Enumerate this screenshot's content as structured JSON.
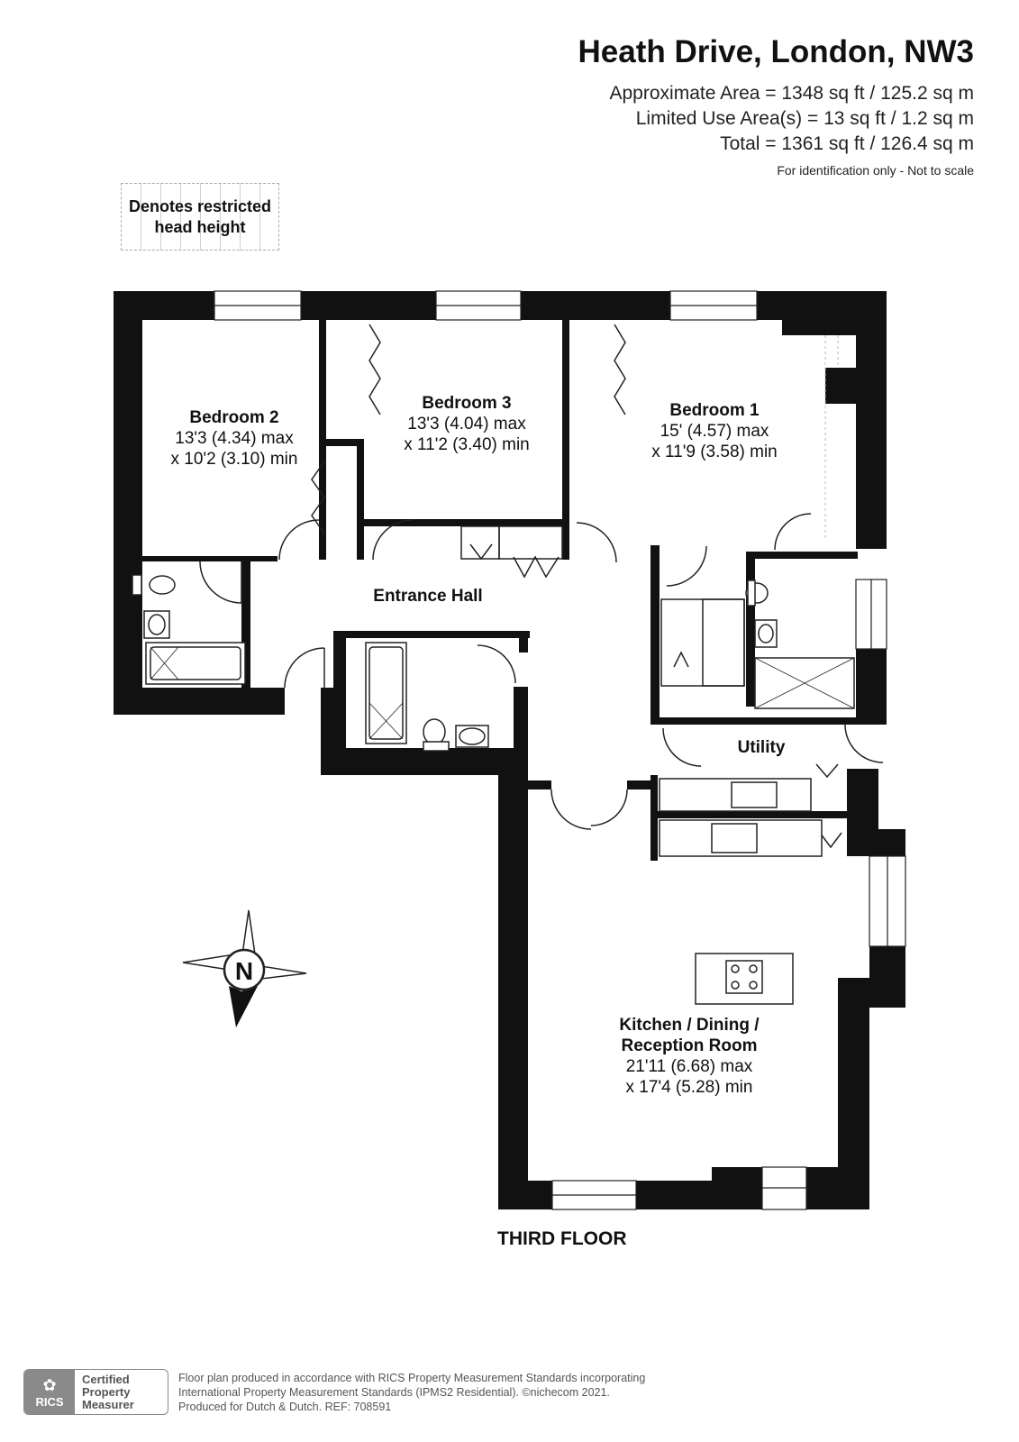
{
  "header": {
    "title": "Heath Drive, London, NW3",
    "approx_area": "Approximate Area = 1348 sq ft / 125.2 sq m",
    "limited_area": "Limited Use Area(s) = 13 sq ft / 1.2 sq m",
    "total_area": "Total = 1361 sq ft / 126.4 sq m",
    "note": "For identification only - Not to scale"
  },
  "legend": {
    "line1": "Denotes restricted",
    "line2": "head height"
  },
  "rooms": {
    "bedroom2": {
      "name": "Bedroom 2",
      "dim1": "13'3 (4.34) max",
      "dim2": "x 10'2 (3.10) min"
    },
    "bedroom3": {
      "name": "Bedroom 3",
      "dim1": "13'3 (4.04) max",
      "dim2": "x 11'2 (3.40) min"
    },
    "bedroom1": {
      "name": "Bedroom 1",
      "dim1": "15' (4.57) max",
      "dim2": "x 11'9 (3.58) min"
    },
    "hall": {
      "name": "Entrance Hall"
    },
    "utility": {
      "name": "Utility"
    },
    "kitchen": {
      "name1": "Kitchen / Dining /",
      "name2": "Reception Room",
      "dim1": "21'11 (6.68) max",
      "dim2": "x 17'4 (5.28) min"
    }
  },
  "compass": {
    "label": "N",
    "icon": "compass-icon"
  },
  "floor_label": "THIRD FLOOR",
  "badge": {
    "org": "RICS",
    "line1": "Certified",
    "line2": "Property",
    "line3": "Measurer"
  },
  "footer": {
    "line1": "Floor plan produced in accordance with RICS Property Measurement Standards incorporating",
    "line2": "International Property Measurement Standards (IPMS2 Residential).   ©nichecom 2021.",
    "line3": "Produced for Dutch & Dutch.    REF:  708591"
  },
  "colors": {
    "wall": "#111111",
    "line": "#222222",
    "background": "#ffffff"
  }
}
